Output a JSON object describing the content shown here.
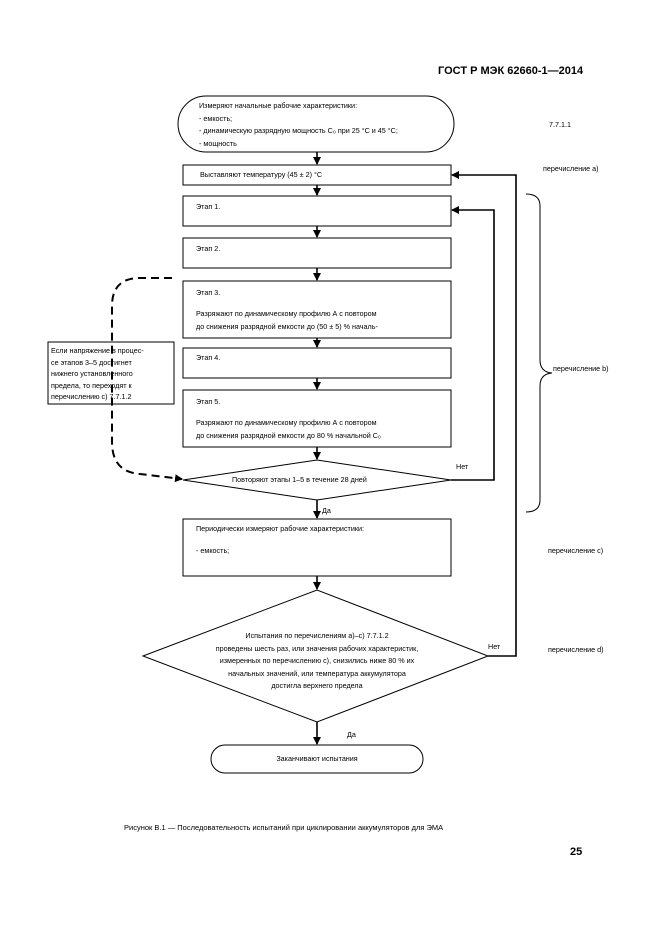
{
  "header": {
    "standard": "ГОСТ Р МЭК 62660-1—2014"
  },
  "flow": {
    "start": "Измеряют начальные рабочие характеристики:\n- емкость;\n- динамическую разрядную мощность C₀ при 25 °C и 45 °C;\n- мощность",
    "set_temp": "Выставляют температуру (45 ± 2) °C",
    "step1": "Этап 1.",
    "step2": "Этап 2.",
    "step3_title": "Этап 3.",
    "step3_body": "Разряжают по динамическому профилю А с повтором\nдо снижения разрядной емкости до (50 ± 5) % началь-\nной C₀",
    "step4": "Этап 4.",
    "step5_title": "Этап 5.",
    "step5_body": "Разряжают по динамическому профилю А с повтором\nдо снижения разрядной емкости до 80 % начальной C₀\n(C₀",
    "repeat": "Повторяют этапы 1–5 в течение 28 дней",
    "no1": "Нет",
    "yes1": "Да",
    "periodic": "Периодически измеряют рабочие характеристики:\n\n- емкость;",
    "decision": "Испытания по перечислениям а)–с) 7.7.1.2\nпроведены шесть раз, или значения рабочих характеристик,\nизмеренных по перечислению с), снизились ниже 80 % их\nначальных значений, или температура аккумулятора\nдостигла верхнего предела",
    "no2": "Нет",
    "yes2": "Да",
    "end": "Заканчивают испытания",
    "side_note": "Если напряжение в процес-\nсе этапов 3–5 достигнет\nнижнего установленного\nпредела, то переходят к\nперечислению с) 7.7.1.2"
  },
  "annotations": {
    "ref_7711": "7.7.1.1",
    "enum_a": "перечисление а)",
    "enum_b": "перечисление b)",
    "enum_c": "перечисление с)",
    "enum_d": "перечисление d)"
  },
  "caption": "Рисунок В.1 — Последовательность испытаний при циклировании аккумуляторов для ЭМА",
  "page_number": "25"
}
